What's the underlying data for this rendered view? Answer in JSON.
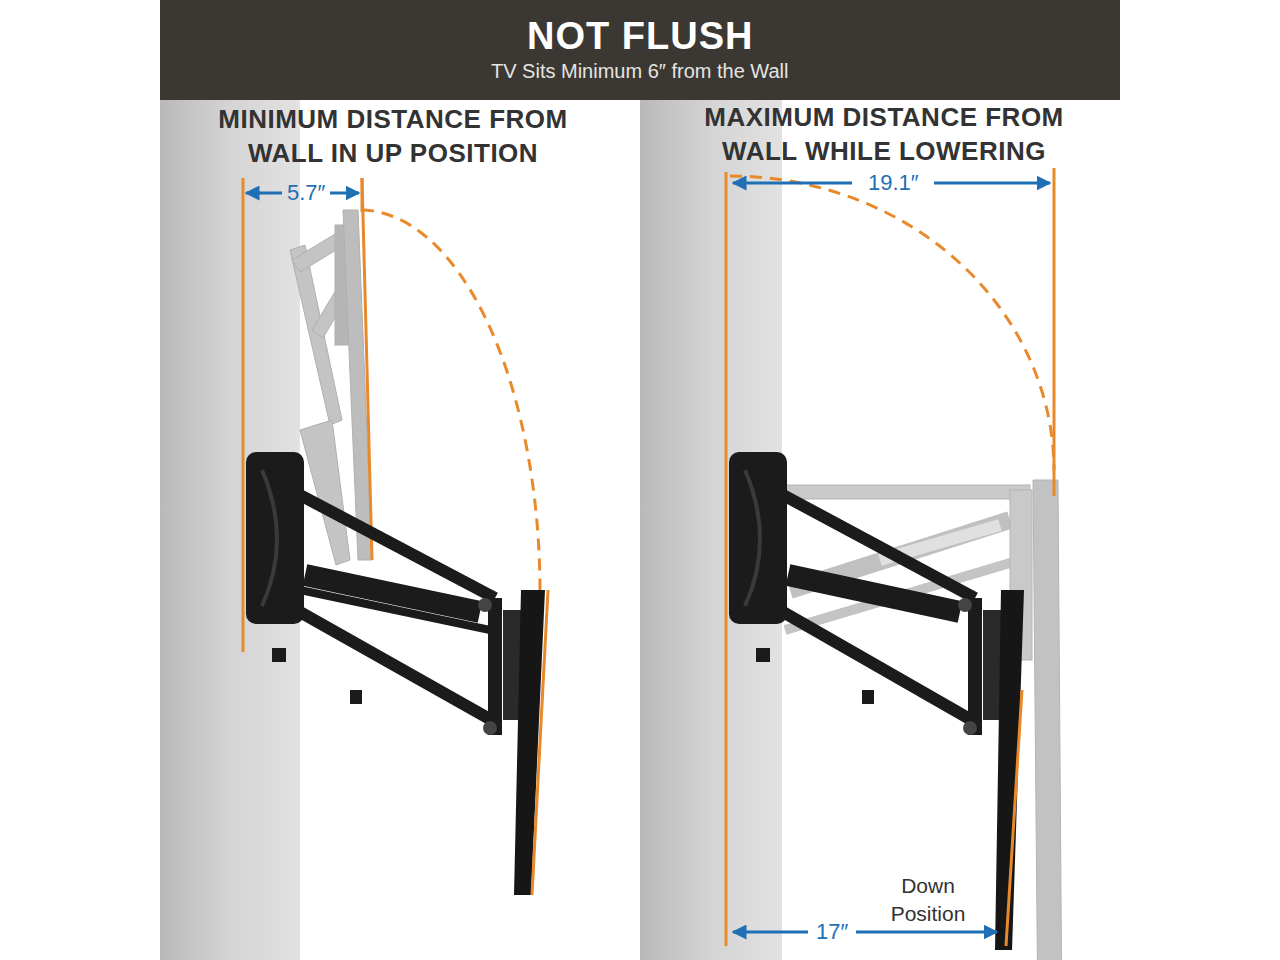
{
  "diagram": {
    "title": "NOT FLUSH",
    "labels": [
      "TV Sits Minimum 6″ from the Wall",
      "MINIMUM DISTANCE FROM WALL IN UP POSITION",
      "MAXIMUM DISTANCE FROM WALL WHILE LOWERING",
      "5.7″",
      "19.1″",
      "17″",
      "Down Position"
    ]
  }
}
